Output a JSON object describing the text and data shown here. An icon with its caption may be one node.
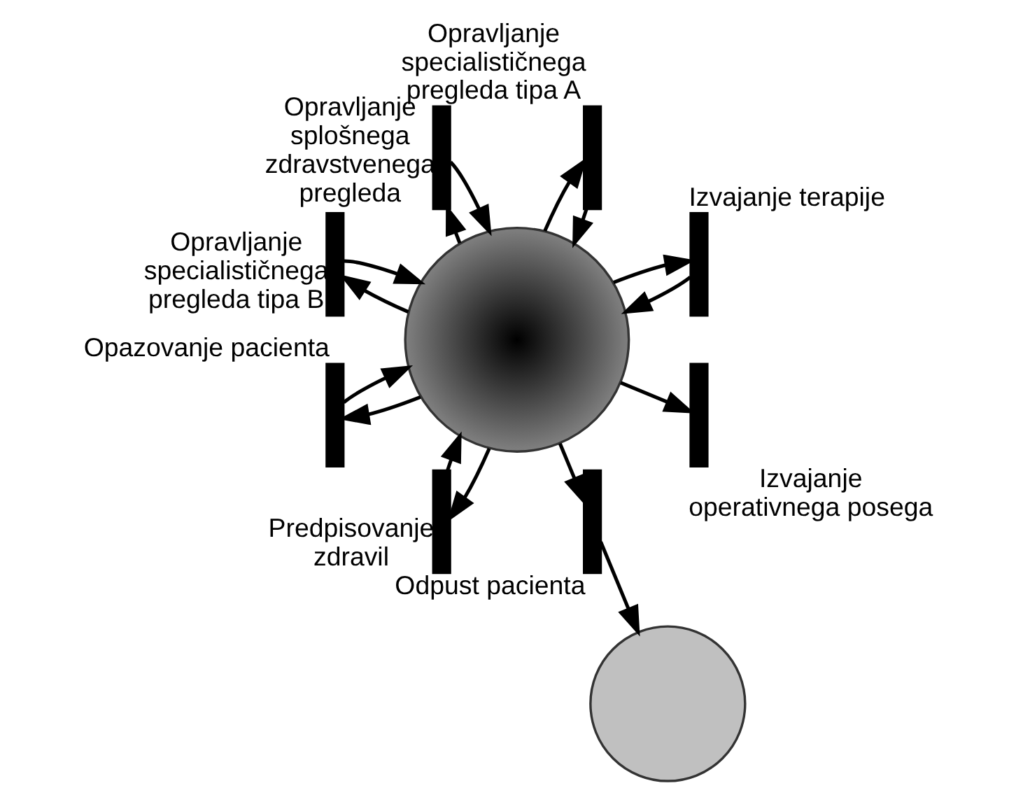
{
  "diagram": {
    "nodes": [
      {
        "text": [],
        "shape": "circle"
      },
      {
        "text": [],
        "shape": "bar",
        "beside": [
          "Izvajanje terapije"
        ]
      },
      {
        "text": [],
        "shape": "bar",
        "beside": [
          "Opravljanje specialističnega pregleda tipa A"
        ]
      },
      {
        "text": [],
        "shape": "bar",
        "beside": [
          "Opravljanje splošnega zdravstvenega pregleda"
        ]
      },
      {
        "text": [],
        "shape": "bar",
        "beside": [
          "Opravljanje specialističnega pregleda tipa B"
        ]
      },
      {
        "text": [],
        "shape": "bar",
        "beside": [
          "Opazovanje pacienta"
        ]
      },
      {
        "text": [],
        "shape": "bar",
        "beside": [
          "Predpisovanje zdravil"
        ]
      },
      {
        "text": [],
        "shape": "bar",
        "beside": [
          "Odpust pacienta"
        ]
      },
      {
        "text": [],
        "shape": "bar",
        "beside": [
          "Izvajanje operativnega posega"
        ]
      },
      {
        "text": [],
        "shape": "circle"
      }
    ],
    "edges": [
      {
        "from": 0,
        "to": 1,
        "arrow": "to"
      },
      {
        "from": 1,
        "to": 0,
        "arrow": "to"
      },
      {
        "from": 0,
        "to": 2,
        "arrow": "to"
      },
      {
        "from": 2,
        "to": 0,
        "arrow": "to"
      },
      {
        "from": 0,
        "to": 3,
        "arrow": "to"
      },
      {
        "from": 3,
        "to": 0,
        "arrow": "to"
      },
      {
        "from": 0,
        "to": 4,
        "arrow": "to"
      },
      {
        "from": 4,
        "to": 0,
        "arrow": "to"
      },
      {
        "from": 0,
        "to": 5,
        "arrow": "to"
      },
      {
        "from": 5,
        "to": 0,
        "arrow": "to"
      },
      {
        "from": 0,
        "to": 6,
        "arrow": "to"
      },
      {
        "from": 6,
        "to": 0,
        "arrow": "to"
      },
      {
        "from": 0,
        "to": 8,
        "arrow": "to"
      },
      {
        "from": 0,
        "to": 7,
        "arrow": "to"
      },
      {
        "from": 7,
        "to": 9,
        "arrow": "to"
      }
    ]
  }
}
